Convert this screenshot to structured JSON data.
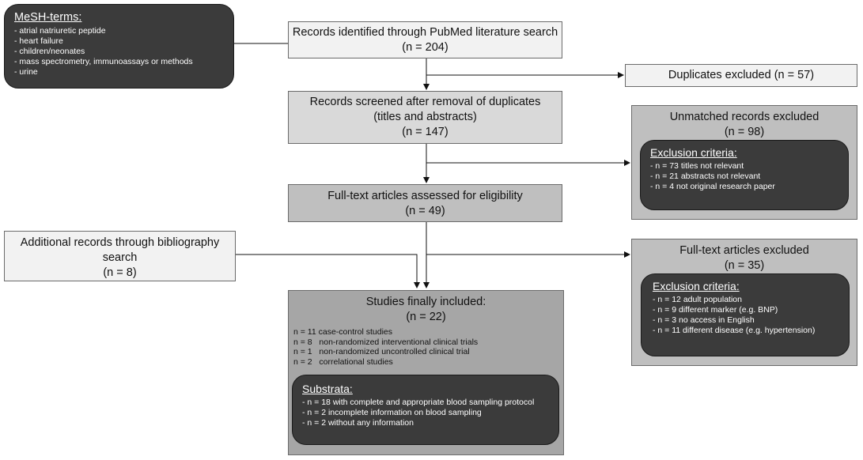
{
  "mesh": {
    "title": "MeSH-terms:",
    "items": [
      "- atrial natriuretic peptide",
      "- heart failure",
      "- children/neonates",
      "- mass spectrometry, immunoassays or methods",
      "- urine"
    ]
  },
  "identified": {
    "line1": "Records identified through PubMed literature search",
    "count": "(n = 204)"
  },
  "duplicates": {
    "text": "Duplicates excluded (n = 57)"
  },
  "screened": {
    "line1": "Records screened after removal of duplicates",
    "line2": "(titles and abstracts)",
    "count": "(n = 147)"
  },
  "unmatched": {
    "title": "Unmatched records excluded",
    "count": "(n = 98)",
    "criteria_title": "Exclusion criteria:",
    "criteria": [
      "- n = 73 titles not relevant",
      "- n = 21 abstracts not relevant",
      "- n = 4 not original research paper"
    ]
  },
  "fulltext": {
    "line1": "Full-text articles assessed for eligibility",
    "count": "(n = 49)"
  },
  "additional": {
    "line1": "Additional records through bibliography",
    "line2": "search",
    "count": "(n = 8)"
  },
  "excluded_fulltext": {
    "title": "Full-text articles excluded",
    "count": "(n = 35)",
    "criteria_title": "Exclusion criteria:",
    "criteria": [
      "- n = 12 adult population",
      "- n = 9 different marker (e.g. BNP)",
      "- n = 3 no access in English",
      "- n = 11 different disease (e.g. hypertension)"
    ]
  },
  "included": {
    "title": "Studies finally included:",
    "count": "(n = 22)",
    "items": [
      "n = 11 case-control studies",
      "n = 8   non-randomized interventional clinical trials",
      "n = 1   non-randomized uncontrolled clinical trial",
      "n = 2   correlational studies"
    ],
    "substrata_title": "Substrata:",
    "substrata": [
      "- n = 18 with complete and appropriate blood sampling protocol",
      "- n = 2 incomplete information on blood sampling",
      "- n = 2 without any information"
    ]
  }
}
